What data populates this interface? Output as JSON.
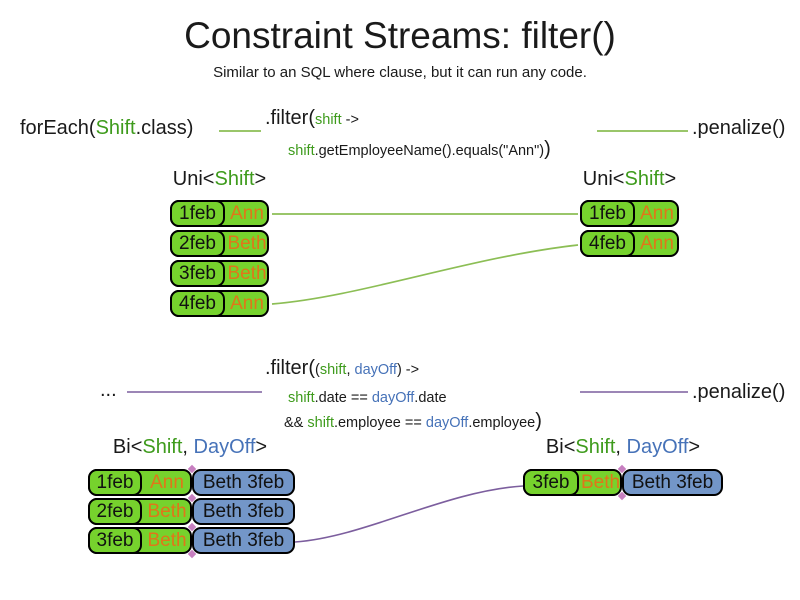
{
  "title": "Constraint Streams: filter()",
  "subtitle": "Similar to an SQL where clause, but it can run any code.",
  "colors": {
    "text": "#1A1A1A",
    "green_text": "#3E9B1C",
    "green_fill": "#76D22D",
    "green_connector": "#8CBE55",
    "blue_text": "#4672B8",
    "blue_fill": "#7396C8",
    "orange_text": "#E0761A",
    "purple_connector": "#7C5E9E",
    "border": "#000000"
  },
  "flow_top": {
    "source_pre": "forEach(",
    "source_type": "Shift",
    "source_post": ".class)",
    "filter_method": ".filter(",
    "filter_param": "shift",
    "filter_arrow": " ->",
    "body_param": "shift",
    "body_rest": ".getEmployeeName().equals(\"Ann\")",
    "filter_close": ")",
    "penalize": ".penalize()"
  },
  "flow_bottom": {
    "source": "...",
    "filter_method": ".filter(",
    "open_paren": "(",
    "param1": "shift",
    "comma": ", ",
    "param2": "dayOff",
    "close_arrow": ") ->",
    "line2_p1": "shift",
    "line2_mid": ".date == ",
    "line2_p2": "dayOff",
    "line2_end": ".date",
    "line3_amp": "&& ",
    "line3_p1": "shift",
    "line3_mid": ".employee == ",
    "line3_p2": "dayOff",
    "line3_end": ".employee",
    "filter_close": ")",
    "penalize": ".penalize()"
  },
  "uni_left": {
    "label_pre": "Uni<",
    "label_type": "Shift",
    "label_post": ">",
    "rows": [
      {
        "date": "1feb",
        "name": "Ann"
      },
      {
        "date": "2feb",
        "name": "Beth"
      },
      {
        "date": "3feb",
        "name": "Beth"
      },
      {
        "date": "4feb",
        "name": "Ann"
      }
    ]
  },
  "uni_right": {
    "label_pre": "Uni<",
    "label_type": "Shift",
    "label_post": ">",
    "rows": [
      {
        "date": "1feb",
        "name": "Ann"
      },
      {
        "date": "4feb",
        "name": "Ann"
      }
    ]
  },
  "bi_left": {
    "label_pre": "Bi<",
    "label_type1": "Shift",
    "label_sep": ", ",
    "label_type2": "DayOff",
    "label_post": ">",
    "rows": [
      {
        "date": "1feb",
        "name": "Ann",
        "pair": "Beth 3feb"
      },
      {
        "date": "2feb",
        "name": "Beth",
        "pair": "Beth 3feb"
      },
      {
        "date": "3feb",
        "name": "Beth",
        "pair": "Beth 3feb"
      }
    ]
  },
  "bi_right": {
    "label_pre": "Bi<",
    "label_type1": "Shift",
    "label_sep": ", ",
    "label_type2": "DayOff",
    "label_post": ">",
    "rows": [
      {
        "date": "3feb",
        "name": "Beth",
        "pair": "Beth 3feb"
      }
    ]
  }
}
